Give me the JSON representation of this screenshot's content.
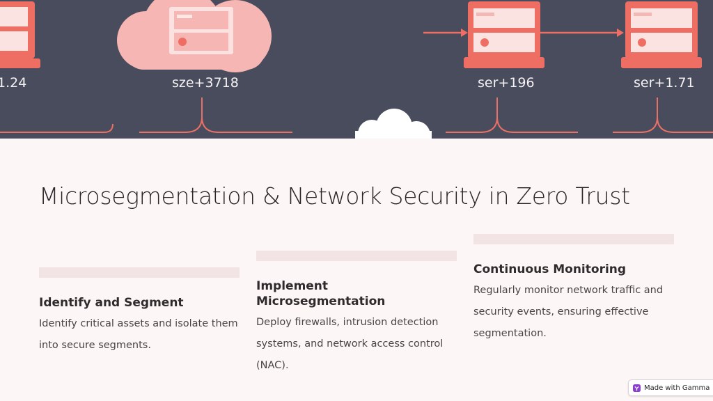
{
  "hero": {
    "labels": [
      "1.24",
      "sze+3718",
      "ser+196",
      "ser+1.71"
    ],
    "colors": {
      "background": "#494c5c",
      "accent": "#ef6e63",
      "cloud": "#f6b6b3",
      "line": "#ea7066"
    }
  },
  "title": "Microsegmentation & Network Security in Zero Trust",
  "cards": [
    {
      "heading": "Identify and Segment",
      "text": "Identify critical assets and isolate them into secure segments."
    },
    {
      "heading": "Implement Microsegmentation",
      "text": "Deploy firewalls, intrusion detection systems, and network access control (NAC)."
    },
    {
      "heading": "Continuous Monitoring",
      "text": "Regularly monitor network traffic and security events, ensuring effective segmentation."
    }
  ],
  "badge": {
    "label": "Made with Gamma",
    "icon": "gamma-logo-icon"
  }
}
